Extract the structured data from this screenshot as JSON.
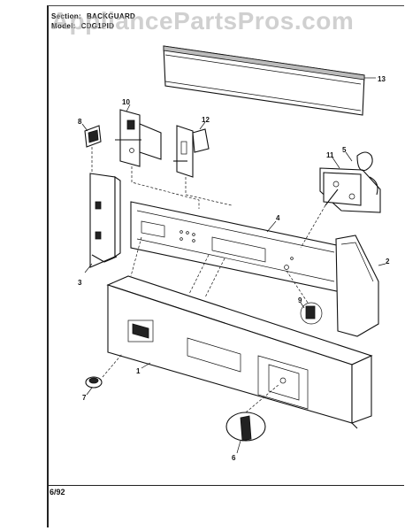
{
  "header": {
    "section_label": "Section:",
    "section_value": "BACKGUARD",
    "model_label": "Model:",
    "model_value": "CDG1PID"
  },
  "watermark": "AppliancePartsPros.com",
  "footer": {
    "date": "6/92"
  },
  "callouts": {
    "p1": "1",
    "p2": "2",
    "p3": "3",
    "p4": "4",
    "p5": "5",
    "p6": "6",
    "p7": "7",
    "p8": "8",
    "p9": "9",
    "p10": "10",
    "p11": "11",
    "p12": "12",
    "p13": "13"
  }
}
